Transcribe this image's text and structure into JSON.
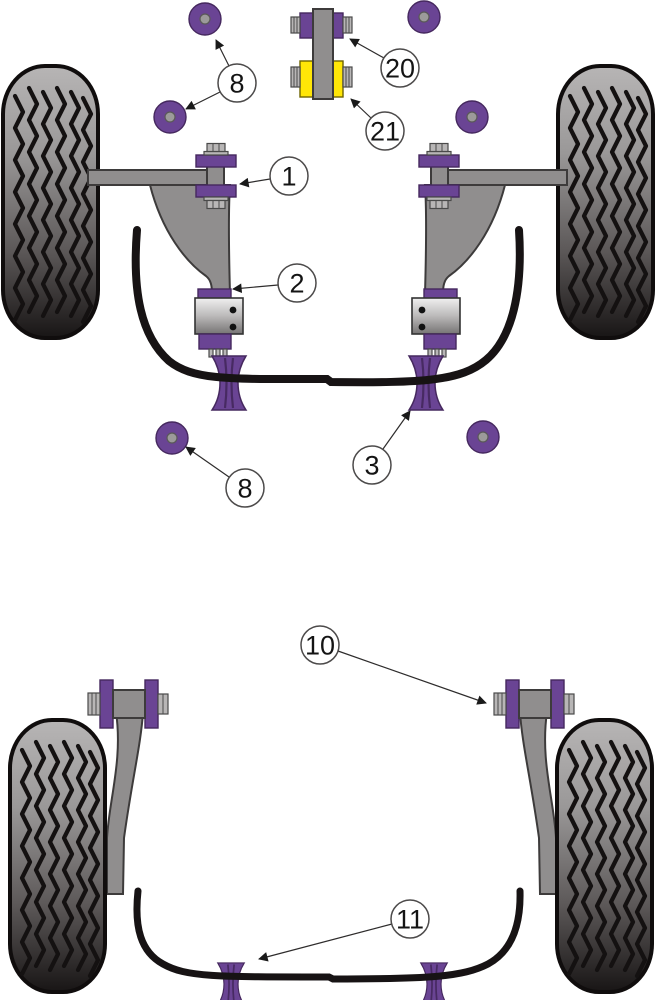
{
  "figure": {
    "type": "suspension-parts-diagram",
    "sections": {
      "front": "front-suspension-view",
      "rear": "rear-suspension-view"
    },
    "callouts": [
      {
        "label": "8"
      },
      {
        "label": "20"
      },
      {
        "label": "21"
      },
      {
        "label": "1"
      },
      {
        "label": "2"
      },
      {
        "label": "3"
      },
      {
        "label": "8"
      },
      {
        "label": "10"
      },
      {
        "label": "11"
      }
    ]
  },
  "colors": {
    "bushing_purple": "#6a4494",
    "bushing_yellow": "#ffe607",
    "metal_gray": "#908e8e",
    "outline_dark": "#1a1a1a",
    "background": "#ffffff"
  }
}
